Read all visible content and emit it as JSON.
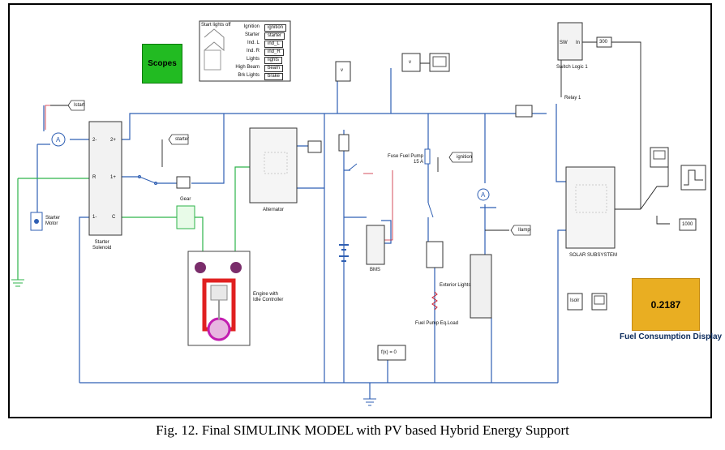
{
  "caption": "Fig. 12. Final SIMULINK MODEL with PV based Hybrid Energy Support",
  "scopes_button": "Scopes",
  "fuel_display": {
    "value": "0.2187",
    "title": "Fuel Consumption Display"
  },
  "blocks": {
    "istart": "Istart",
    "starter_tag": "starter",
    "starter_motor": "Starter\nMotor",
    "starter_solenoid": "Starter\nSolenoid",
    "solenoid_ports": {
      "p2minus": "2-",
      "p2plus": "2+",
      "r": "R",
      "p1plus": "1+",
      "p1minus": "1-",
      "c": "C"
    },
    "gear": "Gear",
    "engine": "Engine with\nIdle Controller",
    "alternator": "Alternator",
    "bms": "BMS",
    "fuse": "Fuse Fuel Pump\n15 A",
    "ignition_tag": "ignition",
    "exterior_lights": "Exterior Lights",
    "fuel_pump_load": "Fuel Pump Eq.Load",
    "ilamp": "Ilamp",
    "relay": "Relay 1",
    "switch_logic": "Switch Logic 1",
    "switch_sw": "SW",
    "switch_in": "In",
    "const_300": "300",
    "solar": "SOLAR SUBSYSTEM",
    "const_1000": "1000",
    "isolr": "Isolr",
    "fx0": "f(x) = 0",
    "v_label": "v",
    "start_lights": "Start lights off",
    "signal_labels": [
      "Ignition",
      "Starter",
      "Ind. L",
      "Ind. R",
      "Lights",
      "High Beam",
      "Brk Lights"
    ],
    "signal_tags": [
      "ignition",
      "starter",
      "ind_L",
      "ind_R",
      "lights",
      "beam",
      "brake"
    ]
  }
}
